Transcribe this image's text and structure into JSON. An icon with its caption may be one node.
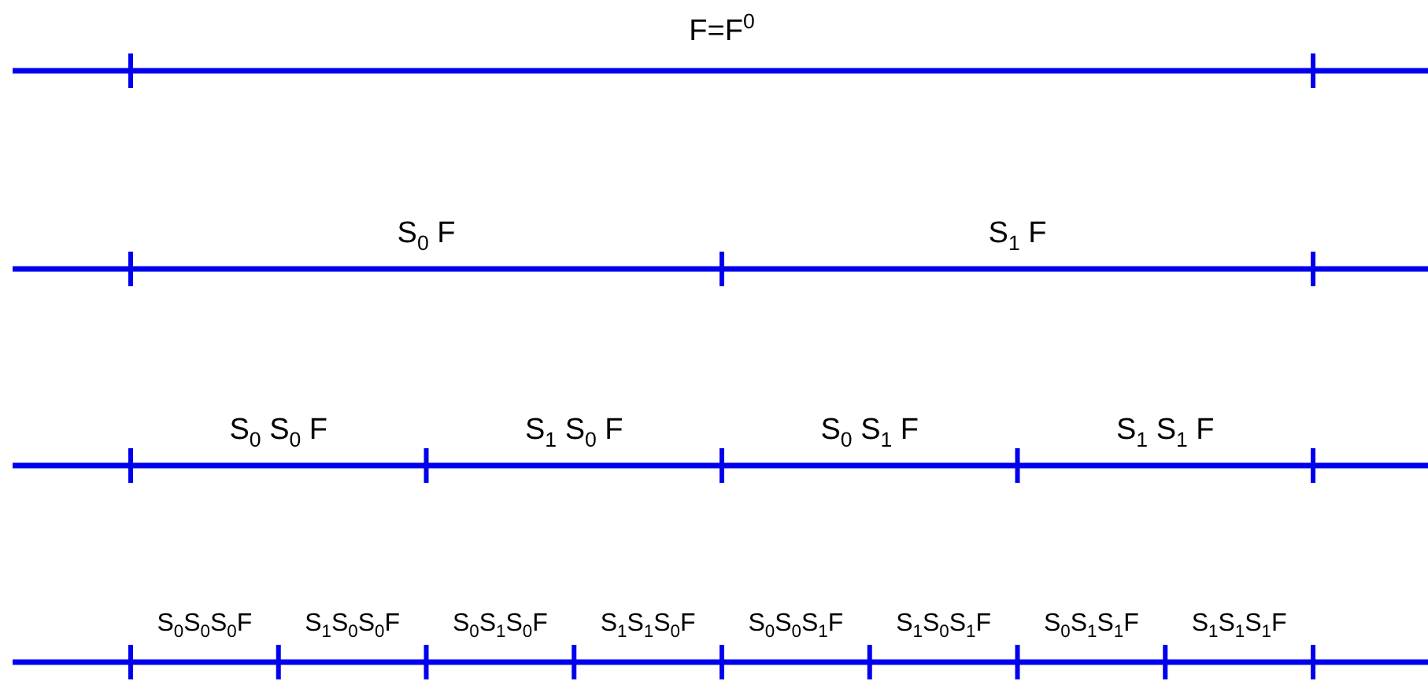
{
  "diagram": {
    "labels": [
      "F=F$^{0}$",
      "S$_{0}$ F",
      "S$_{1}$ F",
      "S$_{0}$ S$_{0}$ F",
      "S$_{1}$ S$_{0}$ F",
      "S$_{0}$ S$_{1}$ F",
      "S$_{1}$ S$_{1}$ F",
      "S$_{0}$S$_{0}$S$_{0}$F",
      "S$_{1}$S$_{0}$S$_{0}$F",
      "S$_{0}$S$_{1}$S$_{0}$F",
      "S$_{1}$S$_{1}$S$_{0}$F",
      "S$_{0}$S$_{0}$S$_{1}$F",
      "S$_{1}$S$_{0}$S$_{1}$F",
      "S$_{0}$S$_{1}$S$_{1}$F",
      "S$_{1}$S$_{1}$S$_{1}$F"
    ]
  }
}
